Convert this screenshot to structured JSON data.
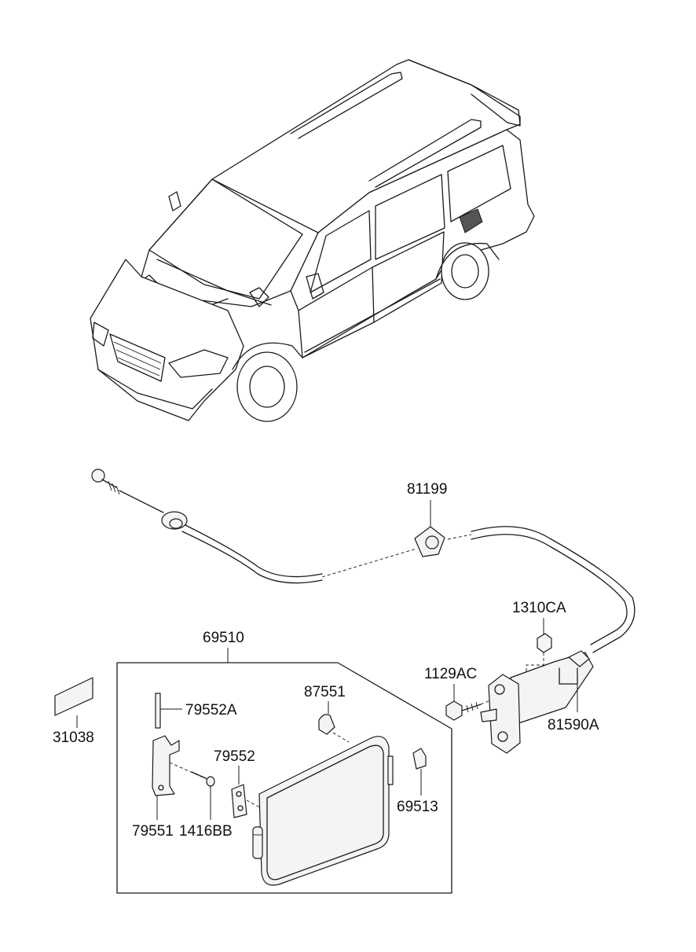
{
  "labels": {
    "p81199": "81199",
    "p1310CA": "1310CA",
    "p69510": "69510",
    "p1129AC": "1129AC",
    "p87551": "87551",
    "p79552A": "79552A",
    "p81590A": "81590A",
    "p31038": "31038",
    "p79552": "79552",
    "p69513": "69513",
    "p79551": "79551",
    "p1416BB": "1416BB"
  },
  "colors": {
    "line": "#1a1a1a",
    "fuel_door_marker": "#555555"
  }
}
